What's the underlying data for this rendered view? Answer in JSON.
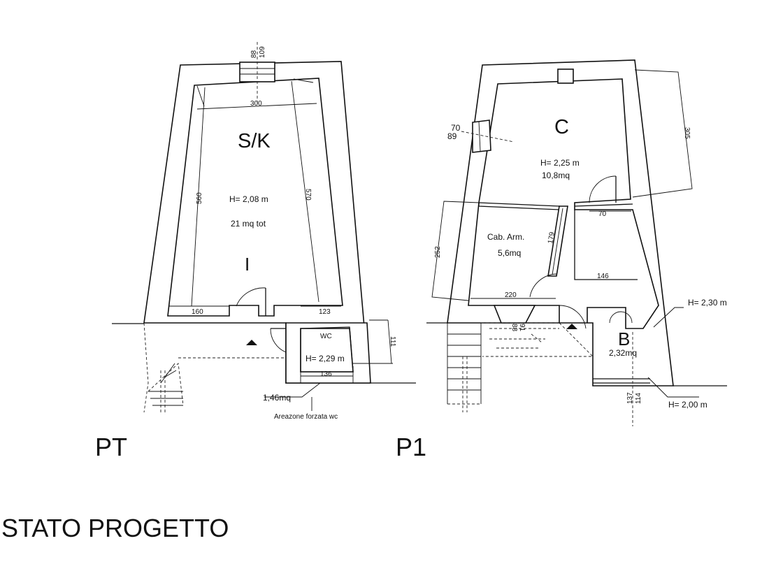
{
  "ground_floor": {
    "label": "PT",
    "room_sk": {
      "name": "S/K",
      "height": "H= 2,08 m",
      "area": "21 mq tot",
      "marker": "I"
    },
    "room_wc": {
      "name": "WC",
      "height": "H= 2,29 m",
      "area": "1,46mq",
      "note": "Areazone forzata wc"
    },
    "dimensions": {
      "top_window_a": "88",
      "top_window_b": "109",
      "width_top": "300",
      "left_side": "560",
      "right_side": "570",
      "bottom_left": "160",
      "bottom_right": "123",
      "wc_side": "111",
      "wc_bottom": "136"
    }
  },
  "first_floor": {
    "label": "P1",
    "room_c": {
      "name": "C",
      "height": "H= 2,25 m",
      "area": "10,8mq"
    },
    "room_cab": {
      "name": "Cab. Arm.",
      "area": "5,6mq"
    },
    "room_b": {
      "name": "B",
      "area": "2,32mq",
      "height_top": "H= 2,30 m",
      "height_bottom": "H= 2,00 m"
    },
    "dimensions": {
      "window_left_a": "70",
      "window_left_b": "89",
      "right_side": "305",
      "door_c": "70",
      "left_side": "252",
      "cab_partition": "179",
      "width_146": "146",
      "width_220": "220",
      "stair_a": "88",
      "stair_b": "91",
      "b_window_a": "137",
      "b_window_b": "114"
    }
  },
  "title": "STATO PROGETTO"
}
